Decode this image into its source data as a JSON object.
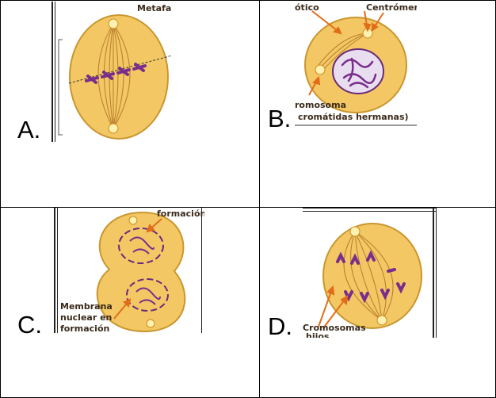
{
  "cells": [
    {
      "letter": "A.",
      "labels": [
        "Metafa"
      ]
    },
    {
      "letter": "B.",
      "labels": [
        "ótico",
        "Centrómero",
        "romosoma",
        "cromátidas hermanas)"
      ]
    },
    {
      "letter": "C.",
      "labels": [
        "formación",
        "Membrana",
        "nuclear en",
        "formación"
      ]
    },
    {
      "letter": "D.",
      "labels": [
        "Cromosomas",
        "hijos"
      ]
    }
  ],
  "colors": {
    "cell_fill": "#F3C864",
    "cell_edge": "#C9962E",
    "spindle": "#B57B2A",
    "chromosome": "#7A2E8C",
    "arrow": "#E36C1A"
  }
}
